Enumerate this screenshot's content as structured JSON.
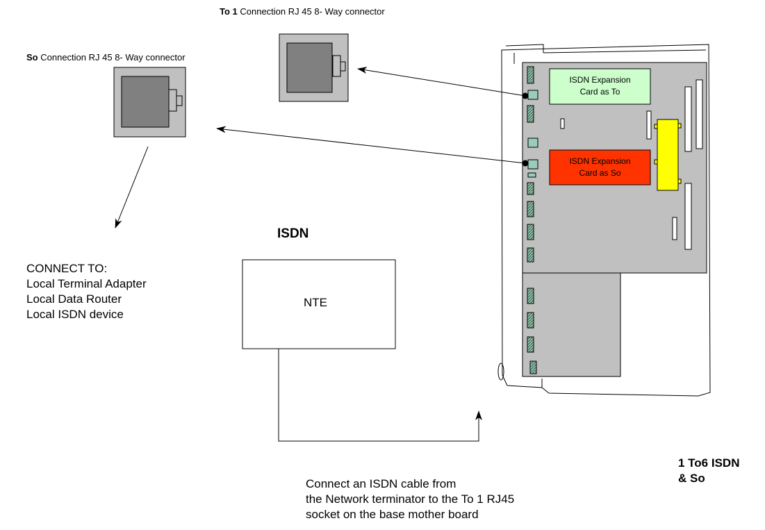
{
  "labels": {
    "to1_bold": "To 1",
    "to1_rest": " Connection RJ 45 8- Way connector",
    "so_bold": "So",
    "so_rest": " Connection RJ 45 8- Way connector",
    "isdn_heading": "ISDN",
    "nte": "NTE",
    "connect_to": [
      "CONNECT TO:",
      "Local Terminal Adapter",
      "Local Data Router",
      "Local ISDN device"
    ],
    "card_to": [
      "ISDN Expansion",
      "Card as To"
    ],
    "card_so": [
      "ISDN Expansion",
      "Card as So"
    ],
    "instruction": [
      "Connect an ISDN cable from",
      "the Network terminator to the To 1 RJ45",
      "socket on the base mother board"
    ],
    "product": [
      "1 To6 ISDN",
      "& So"
    ]
  },
  "colors": {
    "card_to": "#ccffcc",
    "card_so": "#ff3300",
    "board": "#c0c0c0",
    "yellow_component": "#ffff00",
    "slot_fill": "#8dbfa8",
    "connector_box": "#c0c0c0",
    "connector_inner": "#808080"
  }
}
